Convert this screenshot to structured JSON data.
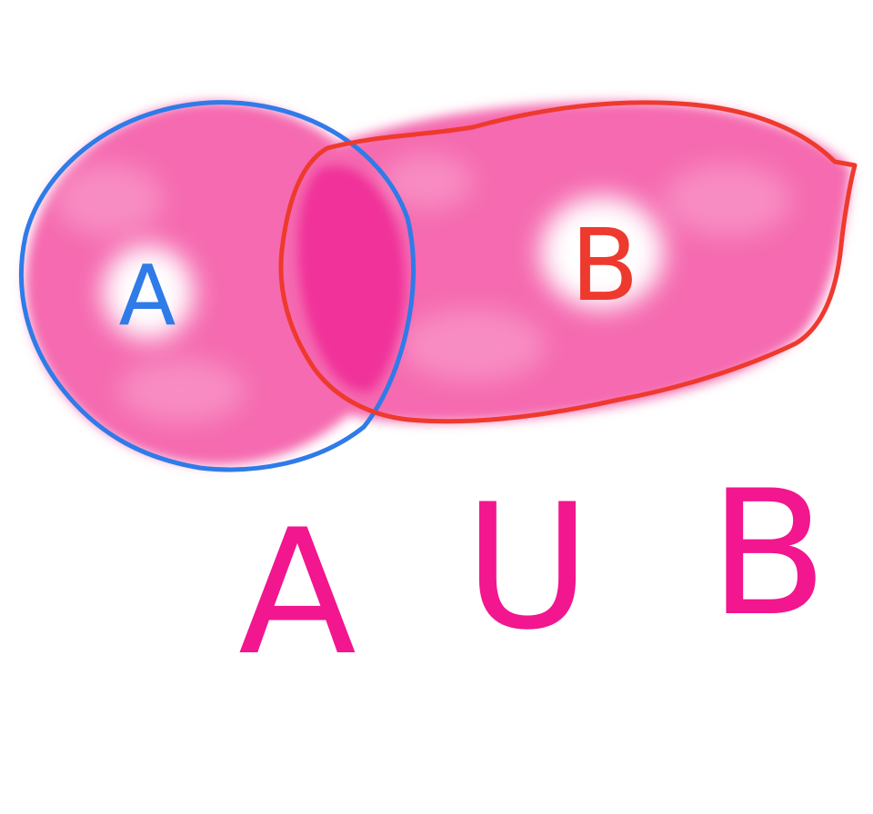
{
  "diagram": {
    "set_a": {
      "label": "A",
      "outline_color": "#2f7be8",
      "label_color": "#2f7be8"
    },
    "set_b": {
      "label": "B",
      "outline_color": "#ee3a2e",
      "label_color": "#ee3a2e"
    },
    "fill_color": "#f56bb0",
    "intersection_color": "#f0309a",
    "expression": {
      "left": "A",
      "operator": "U",
      "right": "B",
      "color": "#f2168f"
    }
  }
}
